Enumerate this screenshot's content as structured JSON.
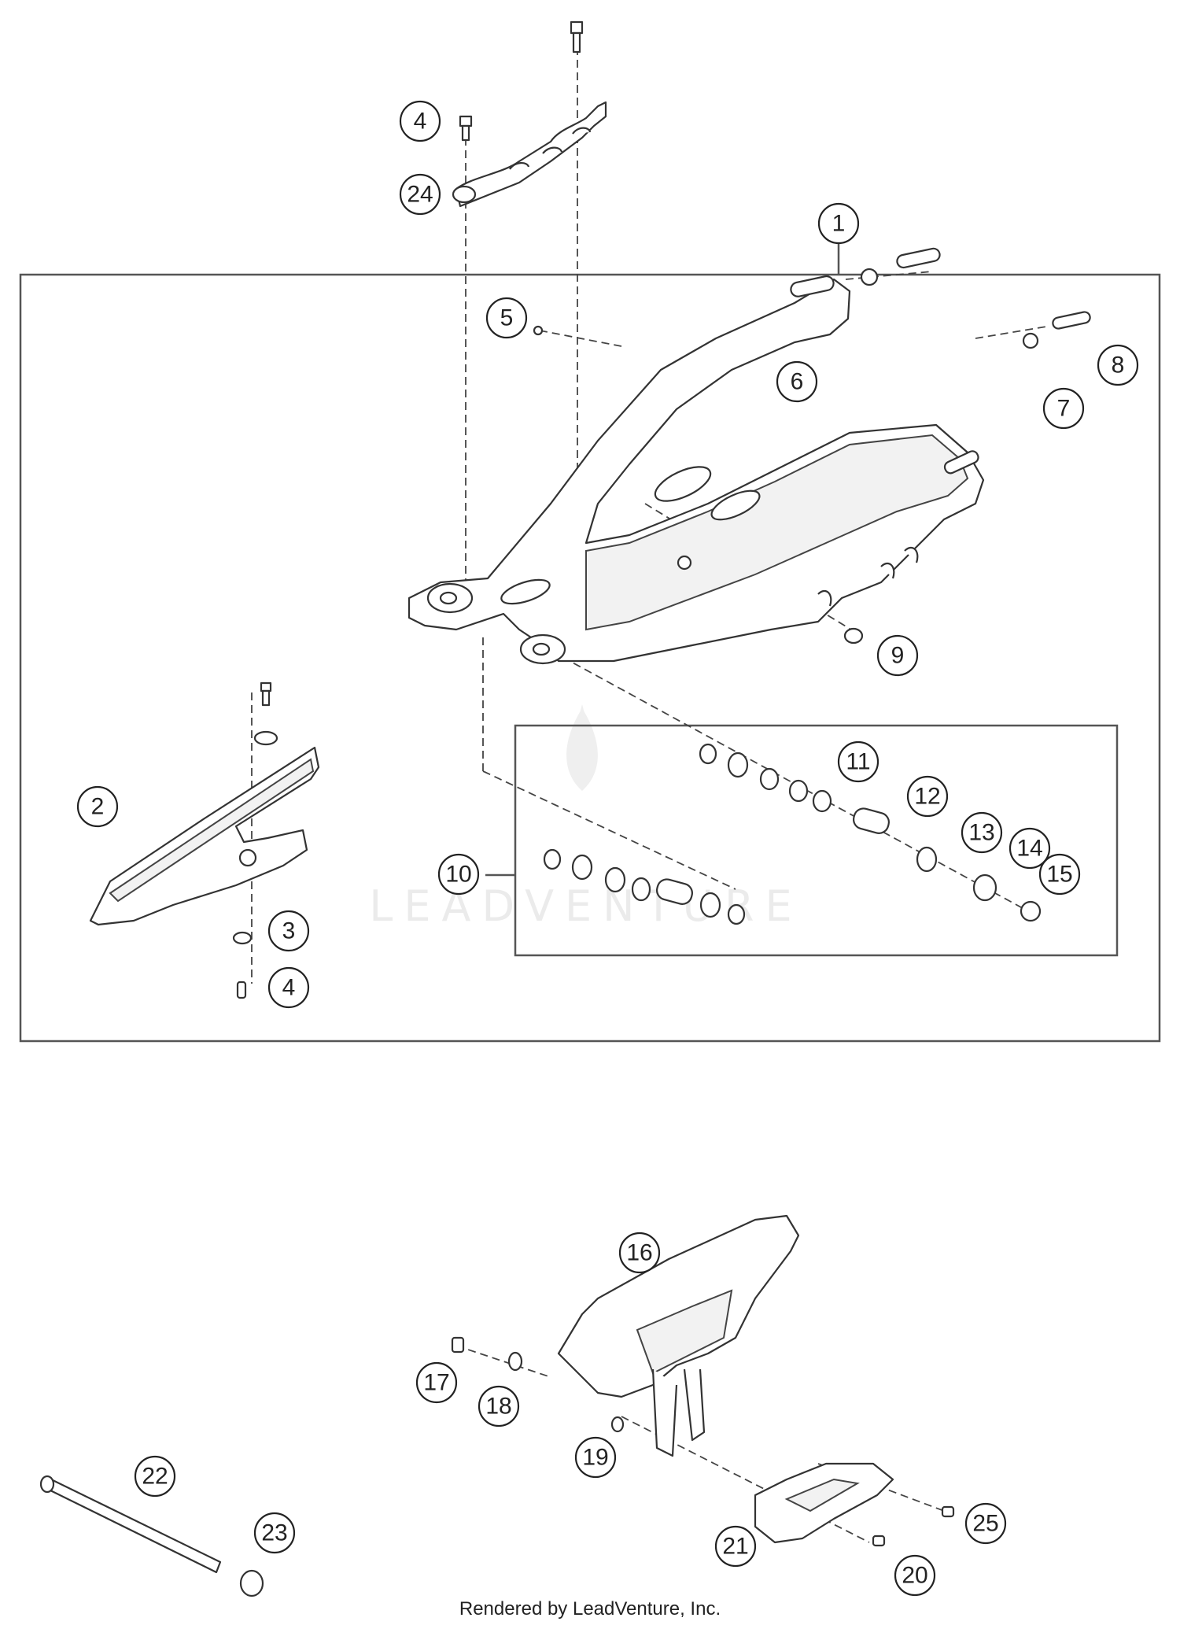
{
  "diagram": {
    "watermark": "LEADVENTURE",
    "footer": "Rendered by LeadVenture, Inc.",
    "callouts": [
      {
        "id": "c-4-top",
        "label": "4"
      },
      {
        "id": "c-24",
        "label": "24"
      },
      {
        "id": "c-1",
        "label": "1"
      },
      {
        "id": "c-5",
        "label": "5"
      },
      {
        "id": "c-6",
        "label": "6"
      },
      {
        "id": "c-7",
        "label": "7"
      },
      {
        "id": "c-8",
        "label": "8"
      },
      {
        "id": "c-9",
        "label": "9"
      },
      {
        "id": "c-2",
        "label": "2"
      },
      {
        "id": "c-11",
        "label": "11"
      },
      {
        "id": "c-12",
        "label": "12"
      },
      {
        "id": "c-13",
        "label": "13"
      },
      {
        "id": "c-14",
        "label": "14"
      },
      {
        "id": "c-15",
        "label": "15"
      },
      {
        "id": "c-10",
        "label": "10"
      },
      {
        "id": "c-3",
        "label": "3"
      },
      {
        "id": "c-4-bottom",
        "label": "4"
      },
      {
        "id": "c-16",
        "label": "16"
      },
      {
        "id": "c-17",
        "label": "17"
      },
      {
        "id": "c-18",
        "label": "18"
      },
      {
        "id": "c-19",
        "label": "19"
      },
      {
        "id": "c-22",
        "label": "22"
      },
      {
        "id": "c-23",
        "label": "23"
      },
      {
        "id": "c-21",
        "label": "21"
      },
      {
        "id": "c-25",
        "label": "25"
      },
      {
        "id": "c-20",
        "label": "20"
      }
    ]
  }
}
